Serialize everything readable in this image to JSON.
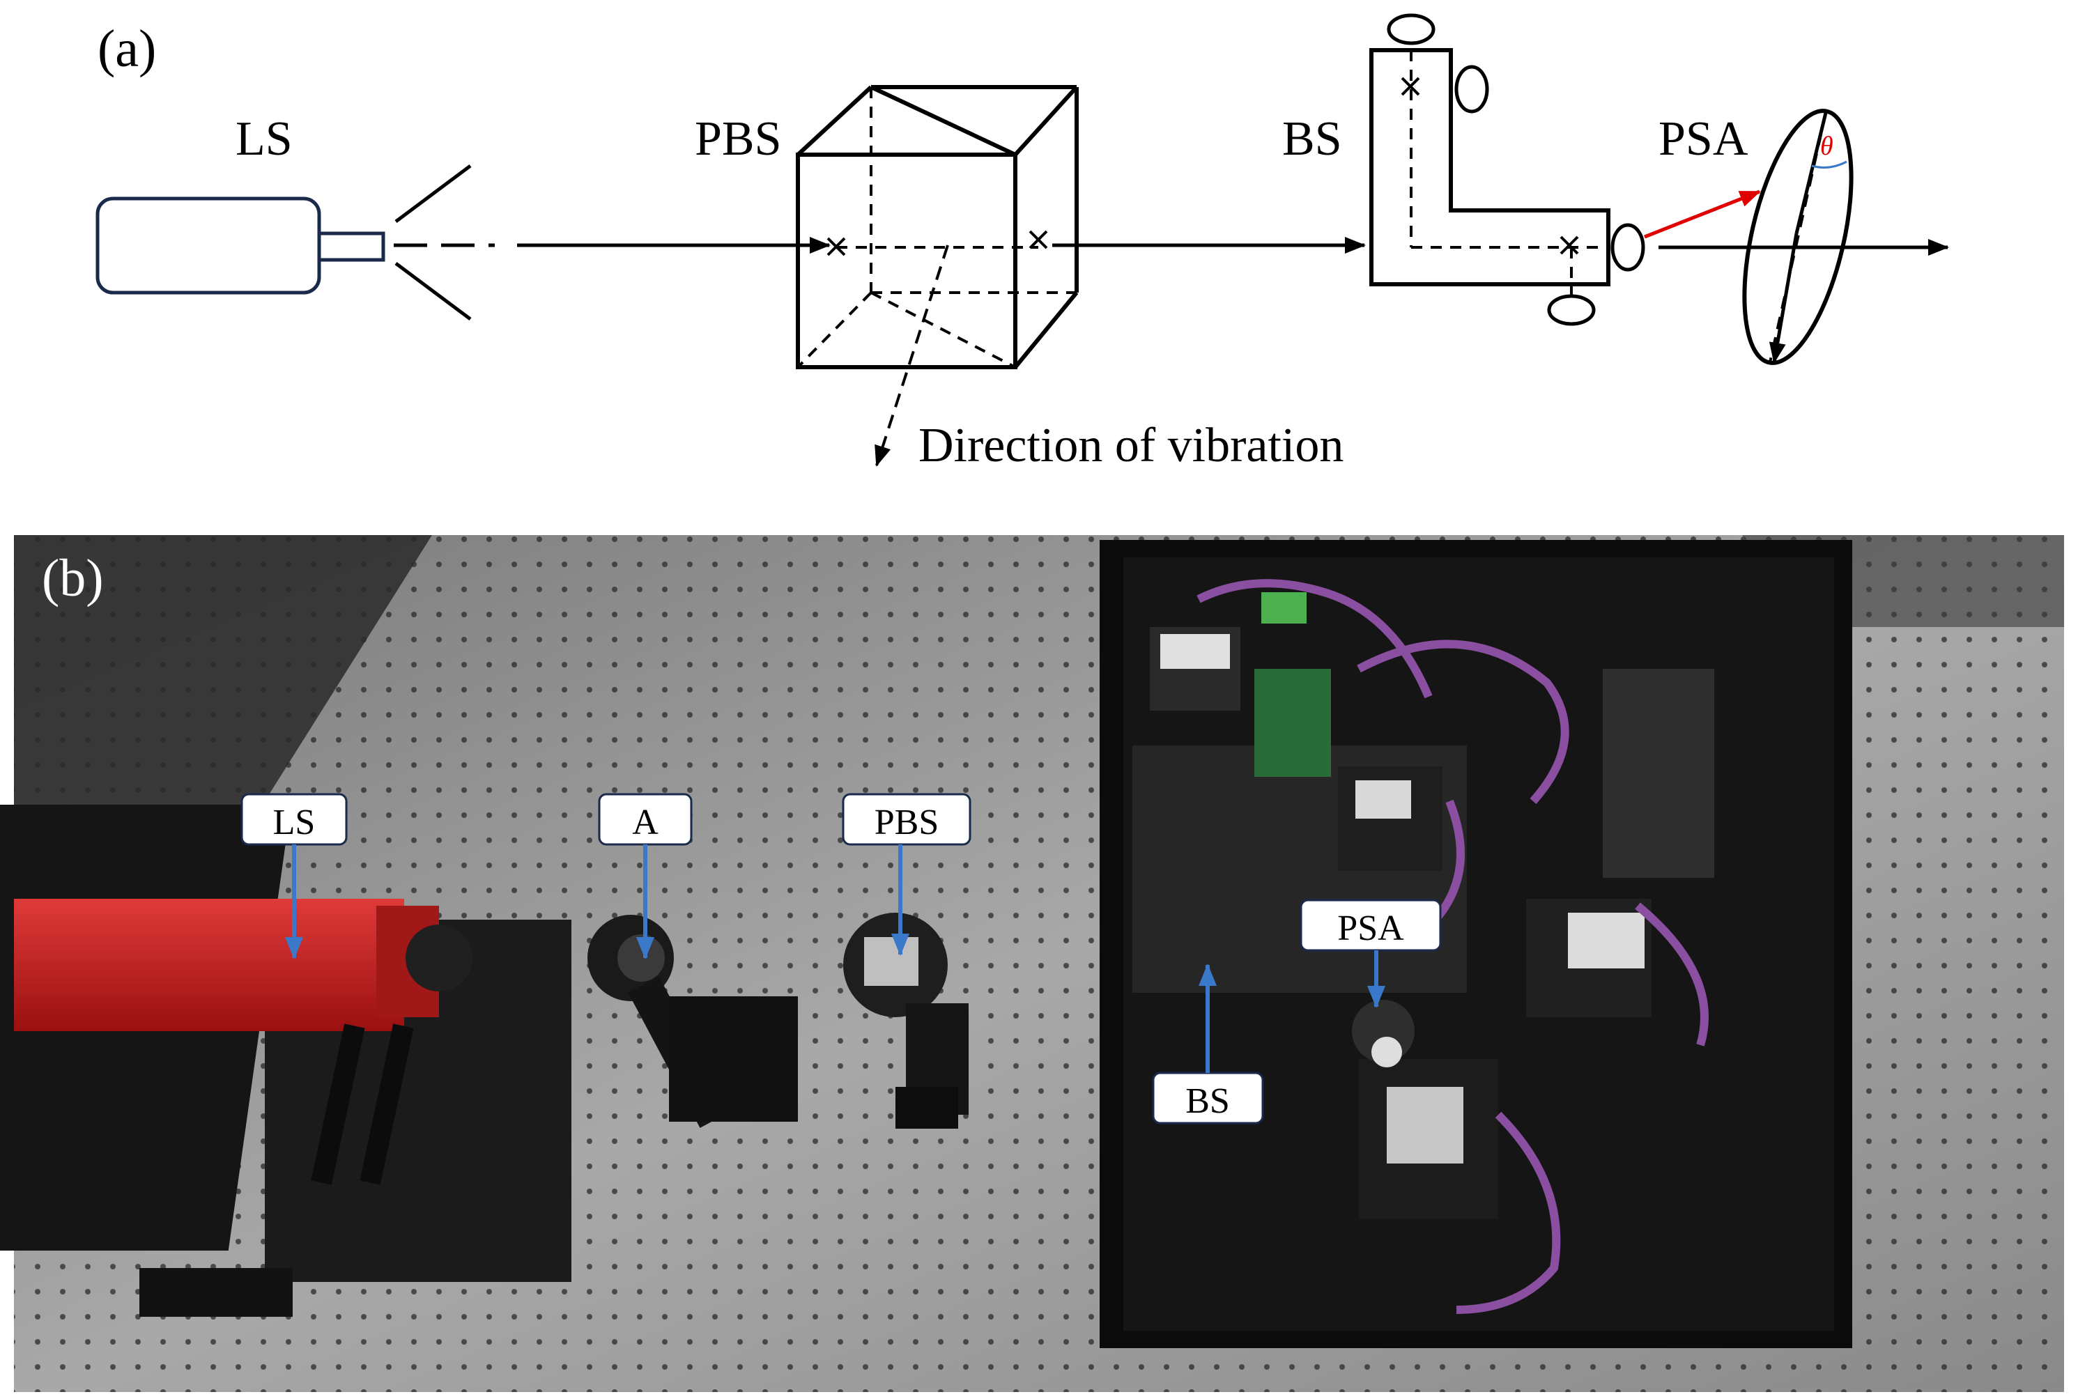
{
  "panel_a": {
    "label": "(a)",
    "labels": {
      "ls": "LS",
      "pbs": "PBS",
      "bs": "BS",
      "psa": "PSA",
      "theta": "θ",
      "vibration": "Direction of vibration"
    }
  },
  "panel_b": {
    "label": "(b)",
    "callouts": {
      "ls": "LS",
      "a": "A",
      "pbs": "PBS",
      "psa": "PSA",
      "bs": "BS"
    }
  },
  "colors": {
    "callout_arrow": "#3a78c9",
    "laser_red": "#c81818",
    "theta_red": "#e00000",
    "arrow_red": "#e00000"
  }
}
